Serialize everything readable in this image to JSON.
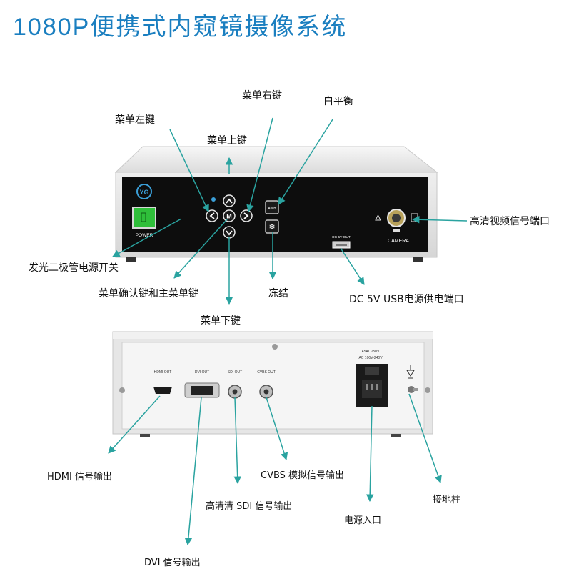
{
  "title": "1080P便携式内窥镜摄像系统",
  "front_panel": {
    "logo_text": "YG",
    "power_label": "POWER",
    "nav_center": "M",
    "awb_label": "AWB",
    "usb_label": "DC 5V OUT",
    "camera_label": "CAMERA"
  },
  "back_panel": {
    "hdmi_out": "HDMI OUT",
    "dvi_out": "DVI OUT",
    "sdi_out": "SDI OUT",
    "cvbs_out": "CVBS OUT",
    "fuse_line1": "F5AL 250V",
    "fuse_line2": "AC 100V-240V"
  },
  "callouts": {
    "menu_right": "菜单右键",
    "white_balance": "白平衡",
    "menu_left": "菜单左键",
    "menu_up": "菜单上键",
    "hd_video_port": "高清视频信号端口",
    "power_switch": "发光二极管电源开关",
    "confirm_main_menu": "菜单确认键和主菜单键",
    "freeze": "冻结",
    "usb_power_port": "DC 5V USB电源供电端口",
    "menu_down": "菜单下键",
    "hdmi_output": "HDMI 信号输出",
    "cvbs_output": "CVBS 模拟信号输出",
    "sdi_output": "高清清 SDI 信号输出",
    "ground": "接地柱",
    "power_inlet": "电源入口",
    "dvi_output": "DVI 信号输出"
  },
  "colors": {
    "title": "#1b7fc0",
    "arrow": "#2aa3a0",
    "power_button": "#2fbf3a",
    "panel": "#0d0d0d",
    "case": "#ececec"
  }
}
